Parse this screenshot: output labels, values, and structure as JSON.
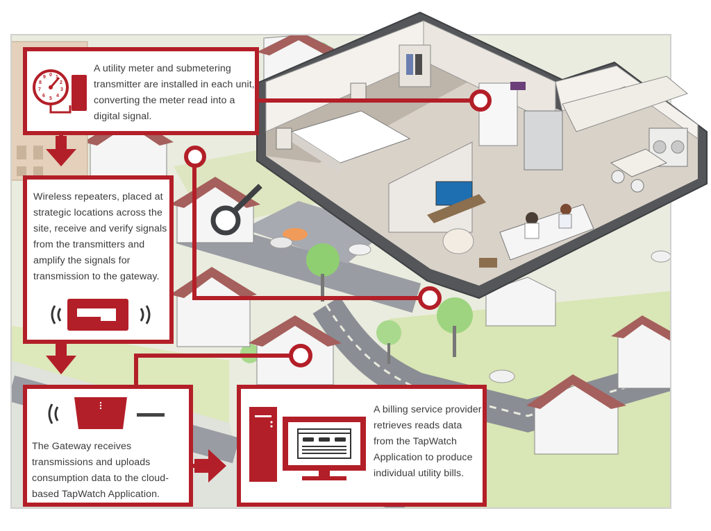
{
  "colors": {
    "accent": "#b31f28",
    "ground": "#e9ecde",
    "grass": "#d3e3a9",
    "road": "#7d8088",
    "house_roof": "#a55f5c",
    "building_outline": "#444548",
    "text": "#3a3a3a"
  },
  "steps": {
    "meter": {
      "text": "A utility meter and submetering transmitter are installed in each unit, converting the meter read into a digital signal.",
      "icons": [
        "meter-dial-icon",
        "transmitter-icon"
      ]
    },
    "repeater": {
      "text": "Wireless repeaters, placed at strategic locations across the site, receive and verify signals from the transmitters and amplify the signals for transmission to the gateway.",
      "icons": [
        "wireless-repeater-icon"
      ]
    },
    "gateway": {
      "text": "The Gateway receives transmissions and uploads consumption data to the cloud-based TapWatch Application.",
      "icons": [
        "gateway-icon"
      ]
    },
    "billing": {
      "text": "A billing service provider retrieves reads data from the TapWatch Application to produce individual utility bills.",
      "icons": [
        "computer-icon"
      ]
    }
  },
  "dial_numbers": [
    "0",
    "1",
    "2",
    "3",
    "4",
    "5",
    "6",
    "7",
    "8",
    "9"
  ]
}
